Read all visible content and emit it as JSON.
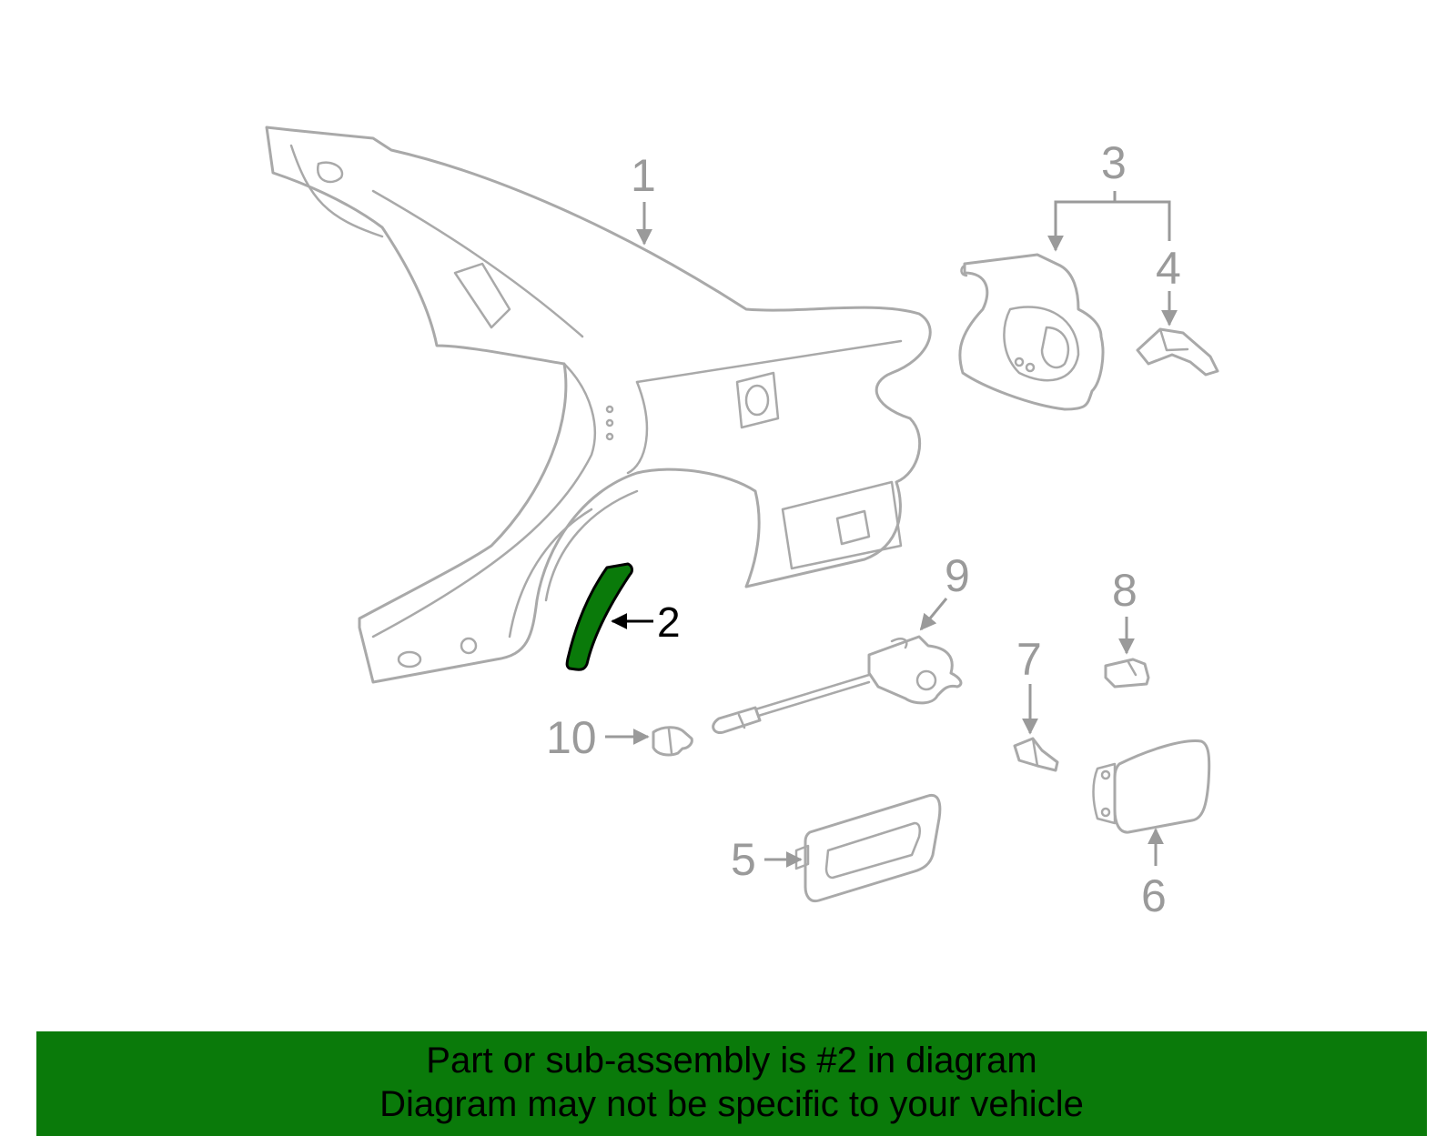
{
  "diagram": {
    "callouts": [
      {
        "id": "1",
        "label": "1",
        "highlighted": false
      },
      {
        "id": "2",
        "label": "2",
        "highlighted": true
      },
      {
        "id": "3",
        "label": "3",
        "highlighted": false
      },
      {
        "id": "4",
        "label": "4",
        "highlighted": false
      },
      {
        "id": "5",
        "label": "5",
        "highlighted": false
      },
      {
        "id": "6",
        "label": "6",
        "highlighted": false
      },
      {
        "id": "7",
        "label": "7",
        "highlighted": false
      },
      {
        "id": "8",
        "label": "8",
        "highlighted": false
      },
      {
        "id": "9",
        "label": "9",
        "highlighted": false
      },
      {
        "id": "10",
        "label": "10",
        "highlighted": false
      }
    ],
    "colors": {
      "line_art": "#a9a9a9",
      "callout_text": "#9a9a9a",
      "highlight_fill": "#0a7a0a",
      "highlight_text": "#000000",
      "banner_bg": "#0a7a0a"
    }
  },
  "banner": {
    "line1": "Part or sub-assembly is #2 in diagram",
    "line2": "Diagram may not be specific to your vehicle"
  }
}
